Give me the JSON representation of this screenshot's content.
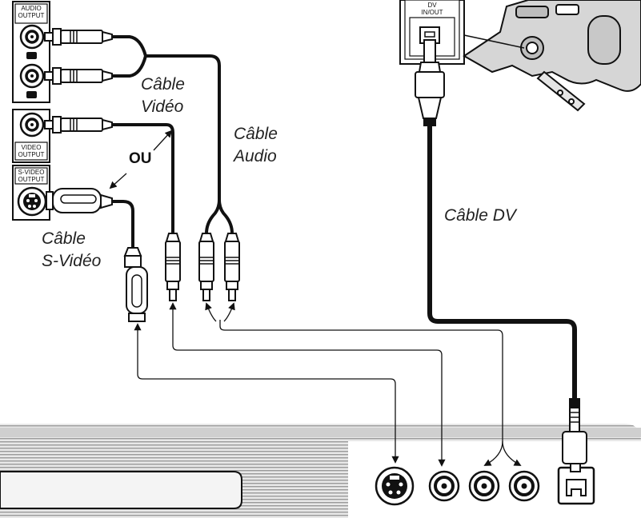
{
  "ports": {
    "audio_output": [
      "AUDIO",
      "OUTPUT"
    ],
    "video_output": [
      "VIDEO",
      "OUTPUT"
    ],
    "svideo_output": [
      "S-VIDEO",
      "OUTPUT"
    ],
    "dv_inout": [
      "DV",
      "IN/OUT"
    ]
  },
  "labels": {
    "video_cable": [
      "Câble",
      "Vidéo"
    ],
    "audio_cable": [
      "Câble",
      "Audio"
    ],
    "svideo_cable": [
      "Câble",
      "S-Vidéo"
    ],
    "dv_cable": "Câble DV",
    "or": "OU"
  }
}
